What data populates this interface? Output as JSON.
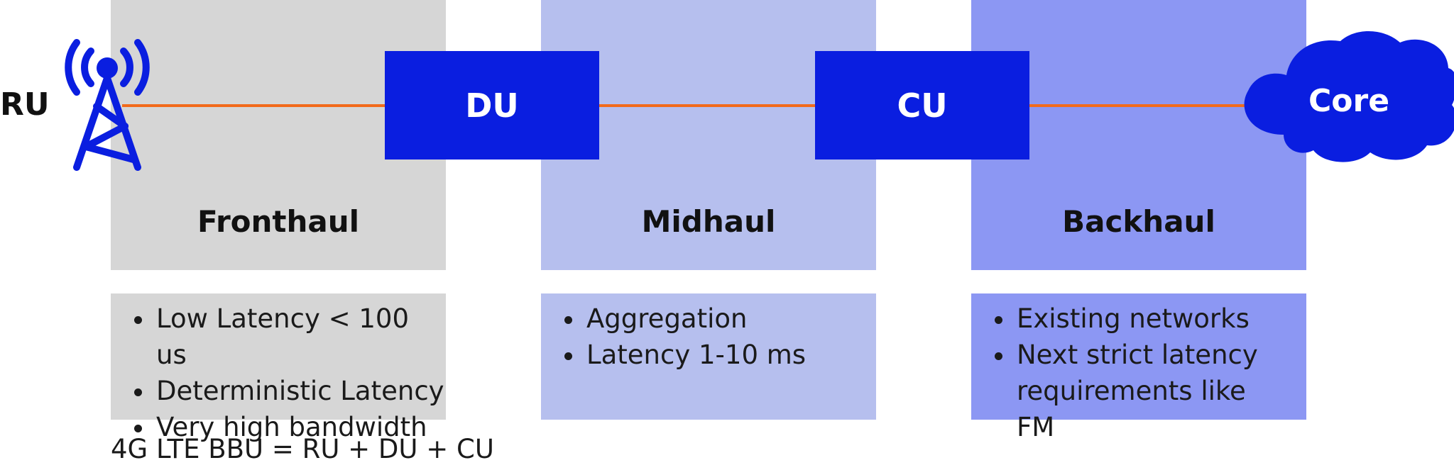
{
  "nodes": {
    "ru": "RU",
    "du": "DU",
    "cu": "CU",
    "core": "Core"
  },
  "regions": [
    {
      "title": "Fronthaul",
      "bullets": [
        "Low Latency < 100 us",
        "Deterministic Latency",
        "Very high bandwidth"
      ]
    },
    {
      "title": "Midhaul",
      "bullets": [
        "Aggregation",
        "Latency 1-10 ms"
      ]
    },
    {
      "title": "Backhaul",
      "bullets": [
        "Existing networks",
        "Next strict latency requirements like FM"
      ]
    }
  ],
  "footnote": "4G LTE BBU = RU + DU + CU",
  "colors": {
    "node_blue": "#0a1ee0",
    "link_orange": "#f26a1b",
    "fronthaul_bg": "#d6d6d6",
    "midhaul_bg": "#b6bfee",
    "backhaul_bg": "#8c97f3"
  },
  "icons": {
    "tower": "radio-tower-icon",
    "cloud": "cloud-icon"
  }
}
